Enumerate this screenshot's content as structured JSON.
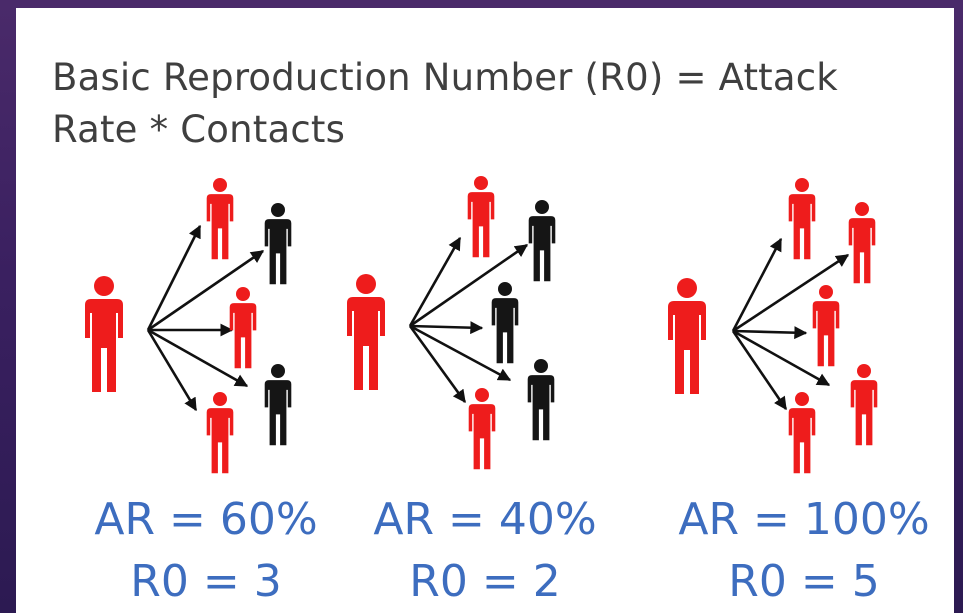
{
  "title": "Basic Reproduction Number (R0) = Attack Rate * Contacts",
  "colors": {
    "infected": "#ee1c1c",
    "not_infected": "#151515",
    "label": "#3d6dbf",
    "title_text": "#3f3f3f"
  },
  "panels": [
    {
      "ar_label": "AR = 60%",
      "r0_label": "R0 = 3",
      "contacts": [
        "infected",
        "not_infected",
        "infected",
        "not_infected",
        "infected"
      ]
    },
    {
      "ar_label": "AR = 40%",
      "r0_label": "R0 = 2",
      "contacts": [
        "infected",
        "not_infected",
        "not_infected",
        "not_infected",
        "infected"
      ]
    },
    {
      "ar_label": "AR = 100%",
      "r0_label": "R0 = 5",
      "contacts": [
        "infected",
        "infected",
        "infected",
        "infected",
        "infected"
      ]
    }
  ]
}
